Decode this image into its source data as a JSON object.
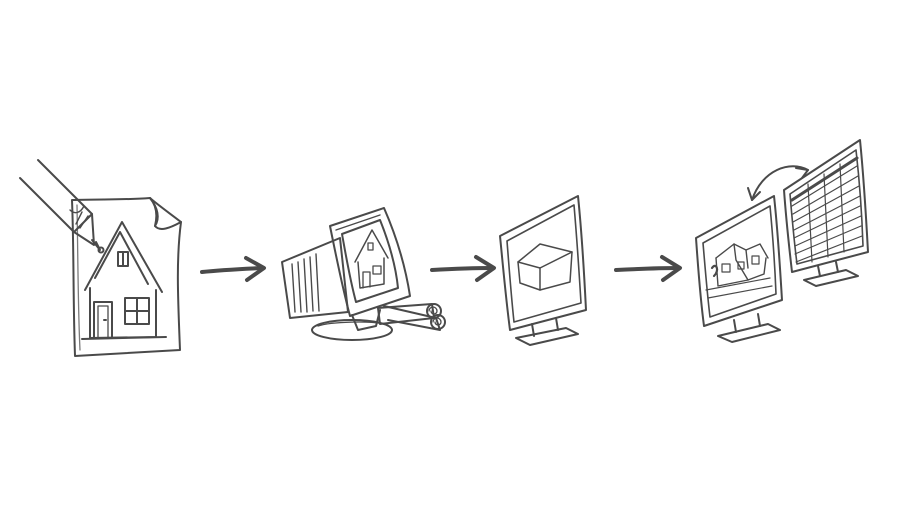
{
  "colors": {
    "ink": "#4a4a4a",
    "ink_light": "#7a7a7a",
    "paper": "#ffffff",
    "screen_fill": "#f7f7f7"
  },
  "steps": [
    {
      "id": "hand-drawn-sketch",
      "icon": "pencil-drawing-house-icon"
    },
    {
      "id": "crt-computer",
      "icon": "crt-monitor-with-blueprints-icon"
    },
    {
      "id": "3d-model-monitor",
      "icon": "flat-monitor-wireframe-house-icon"
    },
    {
      "id": "dual-monitor-workstation",
      "icon": "dual-monitors-swap-icon"
    }
  ],
  "connectors": [
    {
      "from": "hand-drawn-sketch",
      "to": "crt-computer",
      "icon": "arrow-right-icon"
    },
    {
      "from": "crt-computer",
      "to": "3d-model-monitor",
      "icon": "arrow-right-icon"
    },
    {
      "from": "3d-model-monitor",
      "to": "dual-monitor-workstation",
      "icon": "arrow-right-icon"
    }
  ]
}
